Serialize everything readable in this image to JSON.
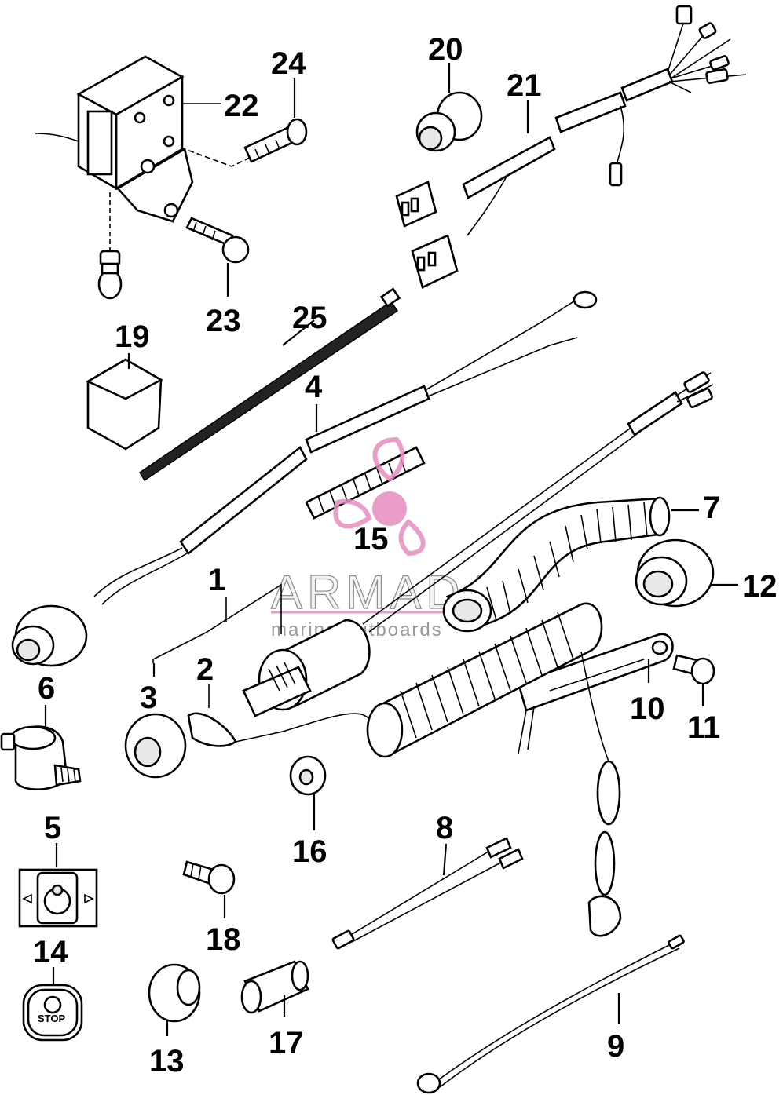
{
  "diagram": {
    "callouts": [
      {
        "label": "1"
      },
      {
        "label": "2"
      },
      {
        "label": "3"
      },
      {
        "label": "4"
      },
      {
        "label": "5"
      },
      {
        "label": "6"
      },
      {
        "label": "7"
      },
      {
        "label": "8"
      },
      {
        "label": "9"
      },
      {
        "label": "10"
      },
      {
        "label": "11"
      },
      {
        "label": "12"
      },
      {
        "label": "13"
      },
      {
        "label": "14"
      },
      {
        "label": "15"
      },
      {
        "label": "16"
      },
      {
        "label": "17"
      },
      {
        "label": "18"
      },
      {
        "label": "19"
      },
      {
        "label": "20"
      },
      {
        "label": "21"
      },
      {
        "label": "22"
      },
      {
        "label": "23"
      },
      {
        "label": "24"
      },
      {
        "label": "25"
      }
    ],
    "stop_plate_text": "STOP"
  },
  "watermark": {
    "title": "ARMADA",
    "subtitle": "marine outboards",
    "logo_color": "#e88cc0"
  }
}
